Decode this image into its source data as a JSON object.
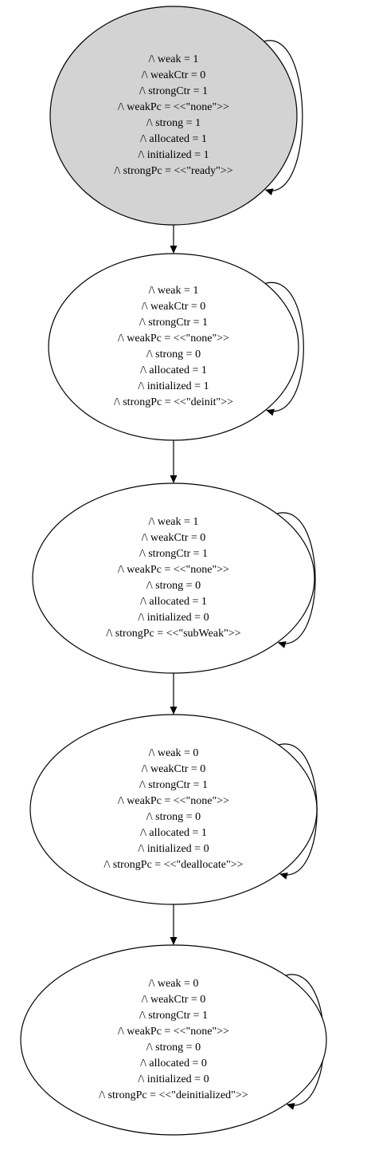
{
  "colors": {
    "initial_fill": "#d3d3d3",
    "node_fill": "#ffffff",
    "stroke": "#000000"
  },
  "states": [
    {
      "initial": true,
      "lines": [
        "/\\ weak = 1",
        "/\\ weakCtr = 0",
        "/\\ strongCtr = 1",
        "/\\ weakPc = <<\"none\">>",
        "/\\ strong = 1",
        "/\\ allocated = 1",
        "/\\ initialized = 1",
        "/\\ strongPc = <<\"ready\">>"
      ]
    },
    {
      "initial": false,
      "lines": [
        "/\\ weak = 1",
        "/\\ weakCtr = 0",
        "/\\ strongCtr = 1",
        "/\\ weakPc = <<\"none\">>",
        "/\\ strong = 0",
        "/\\ allocated = 1",
        "/\\ initialized = 1",
        "/\\ strongPc = <<\"deinit\">>"
      ]
    },
    {
      "initial": false,
      "lines": [
        "/\\ weak = 1",
        "/\\ weakCtr = 0",
        "/\\ strongCtr = 1",
        "/\\ weakPc = <<\"none\">>",
        "/\\ strong = 0",
        "/\\ allocated = 1",
        "/\\ initialized = 0",
        "/\\ strongPc = <<\"subWeak\">>"
      ]
    },
    {
      "initial": false,
      "lines": [
        "/\\ weak = 0",
        "/\\ weakCtr = 0",
        "/\\ strongCtr = 1",
        "/\\ weakPc = <<\"none\">>",
        "/\\ strong = 0",
        "/\\ allocated = 1",
        "/\\ initialized = 0",
        "/\\ strongPc = <<\"deallocate\">>"
      ]
    },
    {
      "initial": false,
      "lines": [
        "/\\ weak = 0",
        "/\\ weakCtr = 0",
        "/\\ strongCtr = 1",
        "/\\ weakPc = <<\"none\">>",
        "/\\ strong = 0",
        "/\\ allocated = 0",
        "/\\ initialized = 0",
        "/\\ strongPc = <<\"deinitialized\">>"
      ]
    }
  ],
  "transitions": [
    {
      "from": 0,
      "to": 0
    },
    {
      "from": 0,
      "to": 1
    },
    {
      "from": 1,
      "to": 1
    },
    {
      "from": 1,
      "to": 2
    },
    {
      "from": 2,
      "to": 2
    },
    {
      "from": 2,
      "to": 3
    },
    {
      "from": 3,
      "to": 3
    },
    {
      "from": 3,
      "to": 4
    },
    {
      "from": 4,
      "to": 4
    }
  ]
}
